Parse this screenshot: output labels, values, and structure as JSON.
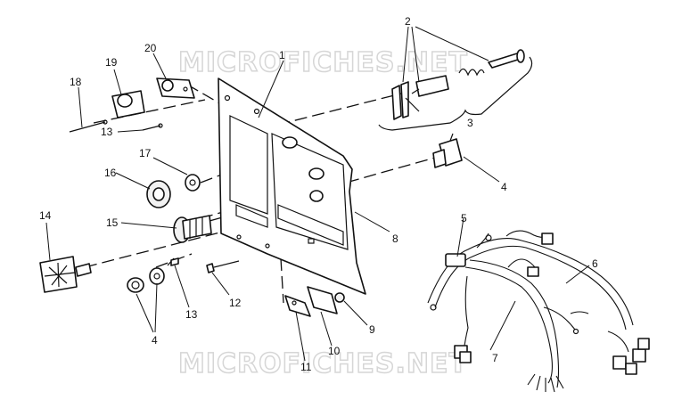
{
  "watermark": "MICROFICHES.NET",
  "callouts": {
    "c1": "1",
    "c2": "2",
    "c3": "3",
    "c4a": "4",
    "c4b": "4",
    "c5": "5",
    "c6": "6",
    "c7": "7",
    "c8": "8",
    "c9": "9",
    "c10": "10",
    "c11": "11",
    "c12": "12",
    "c13a": "13",
    "c13b": "13",
    "c14": "14",
    "c15": "15",
    "c16": "16",
    "c17": "17",
    "c18": "18",
    "c19": "19",
    "c20": "20"
  }
}
